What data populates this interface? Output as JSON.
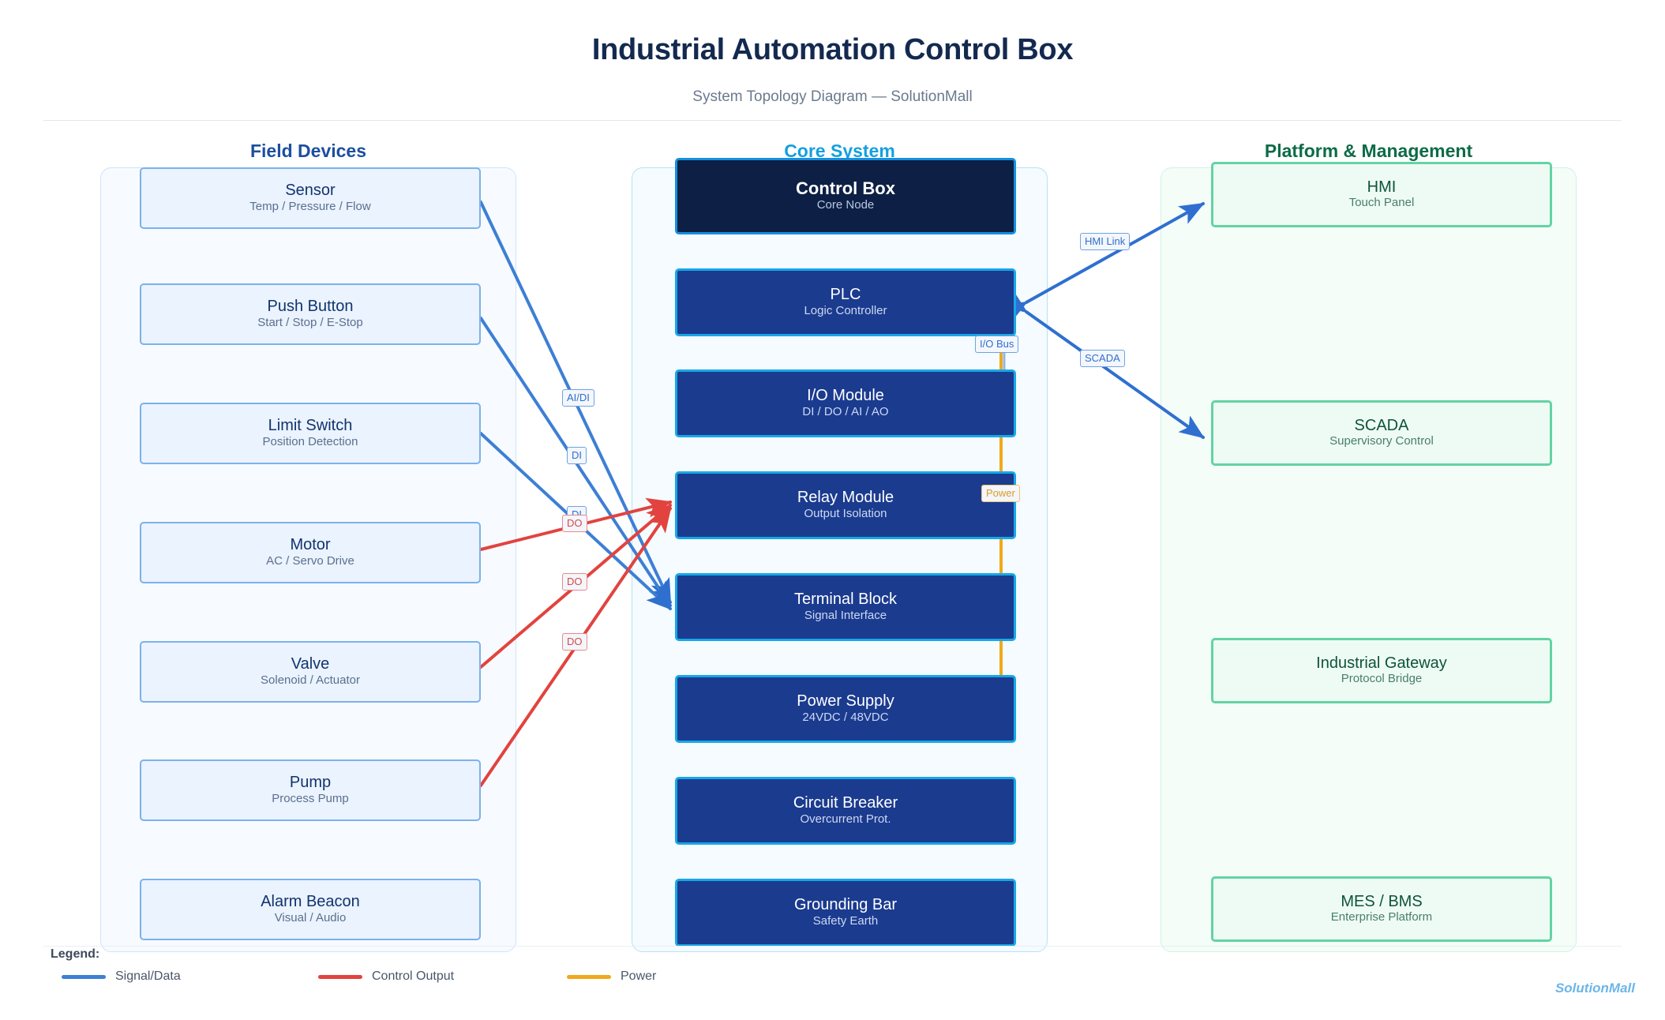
{
  "header": {
    "title": "Industrial Automation Control Box",
    "subtitle": "System Topology Diagram — SolutionMall"
  },
  "columns": {
    "field": {
      "title": "Field Devices",
      "color": "#1c4fa0"
    },
    "core": {
      "title": "Core System",
      "color": "#14a0df"
    },
    "platform": {
      "title": "Platform & Management",
      "color": "#0d6b47"
    }
  },
  "field_devices": [
    {
      "title": "Sensor",
      "sub": "Temp / Pressure / Flow"
    },
    {
      "title": "Push Button",
      "sub": "Start / Stop / E-Stop"
    },
    {
      "title": "Limit Switch",
      "sub": "Position Detection"
    },
    {
      "title": "Motor",
      "sub": "AC / Servo Drive"
    },
    {
      "title": "Valve",
      "sub": "Solenoid / Actuator"
    },
    {
      "title": "Pump",
      "sub": "Process Pump"
    },
    {
      "title": "Alarm Beacon",
      "sub": "Visual / Audio"
    }
  ],
  "core_nodes": [
    {
      "title": "Control Box",
      "sub": "Core Node"
    },
    {
      "title": "PLC",
      "sub": "Logic Controller"
    },
    {
      "title": "I/O Module",
      "sub": "DI / DO / AI / AO"
    },
    {
      "title": "Relay Module",
      "sub": "Output Isolation"
    },
    {
      "title": "Terminal Block",
      "sub": "Signal Interface"
    },
    {
      "title": "Power Supply",
      "sub": "24VDC / 48VDC"
    },
    {
      "title": "Circuit Breaker",
      "sub": "Overcurrent Prot."
    },
    {
      "title": "Grounding Bar",
      "sub": "Safety Earth"
    }
  ],
  "platform_nodes": [
    {
      "title": "HMI",
      "sub": "Touch Panel"
    },
    {
      "title": "SCADA",
      "sub": "Supervisory Control"
    },
    {
      "title": "Industrial Gateway",
      "sub": "Protocol Bridge"
    },
    {
      "title": "MES / BMS",
      "sub": "Enterprise Platform"
    }
  ],
  "edge_labels": [
    {
      "text": "AI/DI",
      "kind": "sig"
    },
    {
      "text": "DI",
      "kind": "sig"
    },
    {
      "text": "DI",
      "kind": "sig"
    },
    {
      "text": "DO",
      "kind": "ctl"
    },
    {
      "text": "DO",
      "kind": "ctl"
    },
    {
      "text": "DO",
      "kind": "ctl"
    },
    {
      "text": "HMI Link",
      "kind": "sig"
    },
    {
      "text": "SCADA",
      "kind": "sig"
    },
    {
      "text": "I/O Bus",
      "kind": "sig"
    },
    {
      "text": "Power",
      "kind": "pwr"
    }
  ],
  "legend": {
    "label": "Legend:",
    "items": [
      {
        "text": "Signal/Data",
        "color": "#3d7fd4"
      },
      {
        "text": "Control Output",
        "color": "#e2433f"
      },
      {
        "text": "Power",
        "color": "#f0a91c"
      }
    ]
  },
  "watermark": "SolutionMall"
}
